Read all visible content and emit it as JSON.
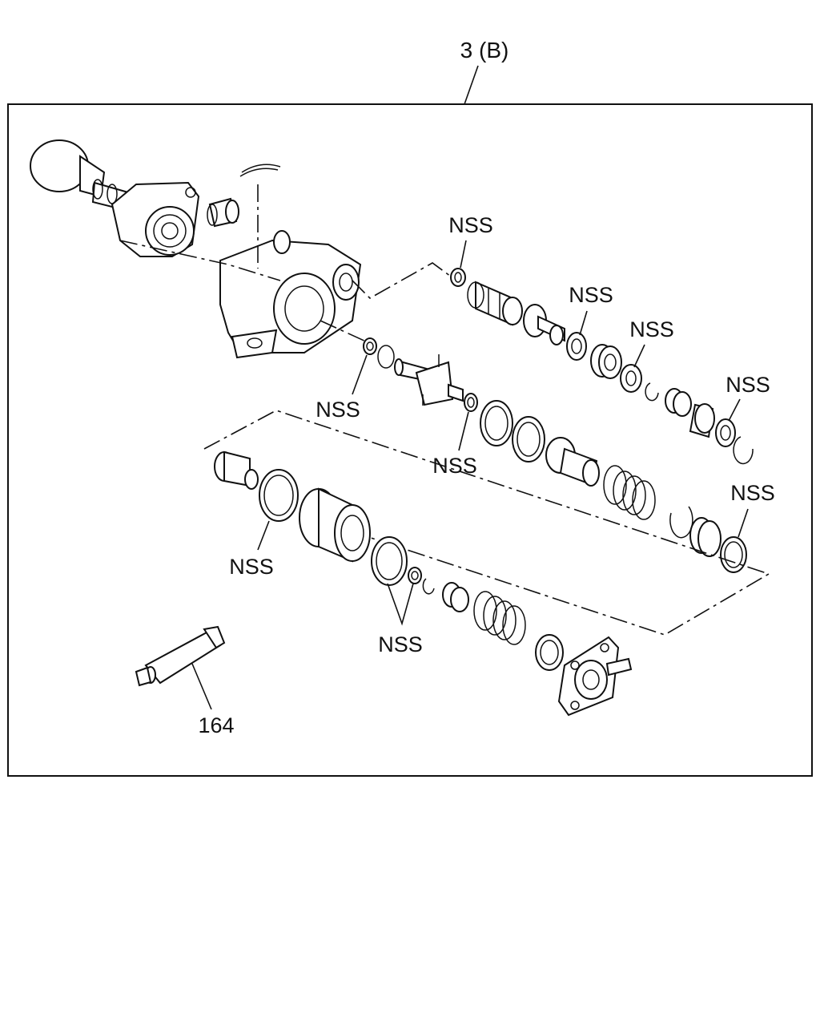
{
  "diagram": {
    "assembly_label": "3 (B)",
    "callouts": {
      "nss_1": "NSS",
      "nss_2": "NSS",
      "nss_3": "NSS",
      "nss_4": "NSS",
      "nss_5": "NSS",
      "nss_6": "NSS",
      "nss_7": "NSS",
      "nss_8": "NSS",
      "nss_9": "NSS",
      "grease": "164"
    }
  }
}
